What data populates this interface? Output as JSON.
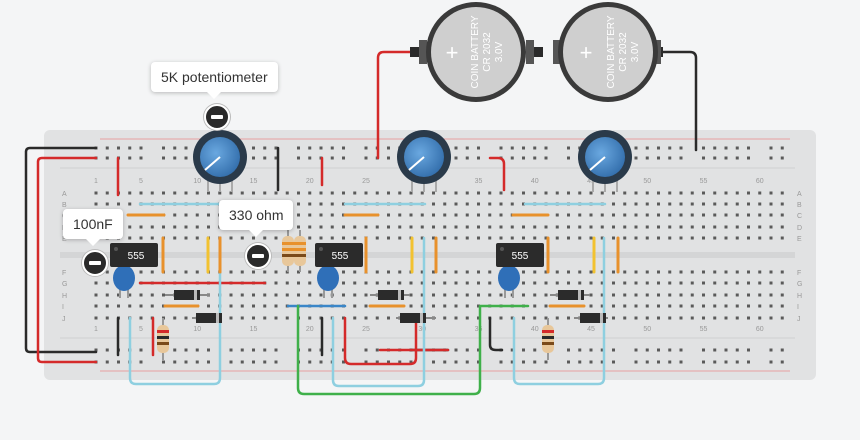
{
  "callouts": {
    "potentiometer": "5K potentiometer",
    "capacitor": "100nF",
    "resistor": "330 ohm"
  },
  "breadboard": {
    "row_labels": [
      "A",
      "B",
      "C",
      "D",
      "E",
      "F",
      "G",
      "H",
      "I",
      "J"
    ],
    "column_numbers": [
      "1",
      "5",
      "10",
      "15",
      "20",
      "25",
      "30",
      "35",
      "40",
      "45",
      "50",
      "55",
      "60"
    ]
  },
  "chips": [
    "555",
    "555",
    "555"
  ],
  "batteries": [
    {
      "line1": "COIN BATTERY",
      "line2": "CR 2032",
      "line3": "3.0V",
      "sign": "+"
    },
    {
      "line1": "COIN BATTERY",
      "line2": "CR 2032",
      "line3": "3.0V",
      "sign": "+"
    }
  ],
  "colors": {
    "board": "#e1e2e3",
    "hole": "#4a4a4a",
    "rail_red": "#d42a2a",
    "rail_dark": "#2a2a2a",
    "wire_red": "#d42a2a",
    "wire_black": "#2a2a2a",
    "wire_blue": "#8ecfe0",
    "wire_green": "#3fb04a",
    "wire_orange": "#e8912c",
    "wire_yellow": "#f2c230",
    "chip": "#2b2b2b",
    "knob": "#3f86c6",
    "capacitor": "#2f6fb8",
    "battery": "#cfcfcf"
  }
}
